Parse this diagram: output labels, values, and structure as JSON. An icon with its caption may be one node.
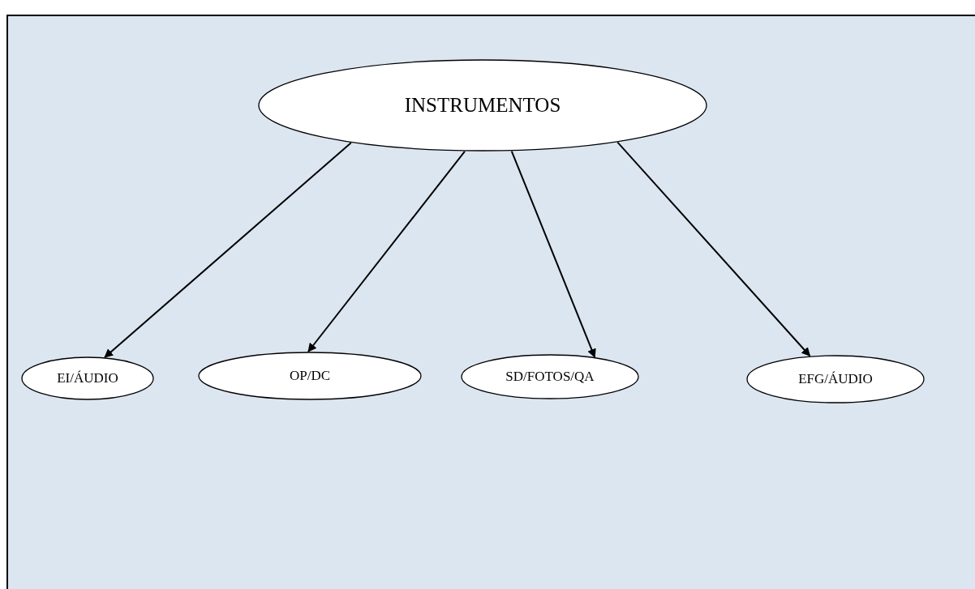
{
  "diagram": {
    "nodes": [
      {
        "text": [
          "INSTRUMENTOS"
        ]
      },
      {
        "text": [
          "EI/ÁUDIO"
        ]
      },
      {
        "text": [
          "OP/DC"
        ]
      },
      {
        "text": [
          "SD/FOTOS/QA"
        ]
      },
      {
        "text": [
          "EFG/ÁUDIO"
        ]
      }
    ],
    "edges": [
      {
        "from": 0,
        "to": 1,
        "arrow": "to"
      },
      {
        "from": 0,
        "to": 2,
        "arrow": "to"
      },
      {
        "from": 0,
        "to": 3,
        "arrow": "to"
      },
      {
        "from": 0,
        "to": 4,
        "arrow": "to"
      }
    ]
  }
}
